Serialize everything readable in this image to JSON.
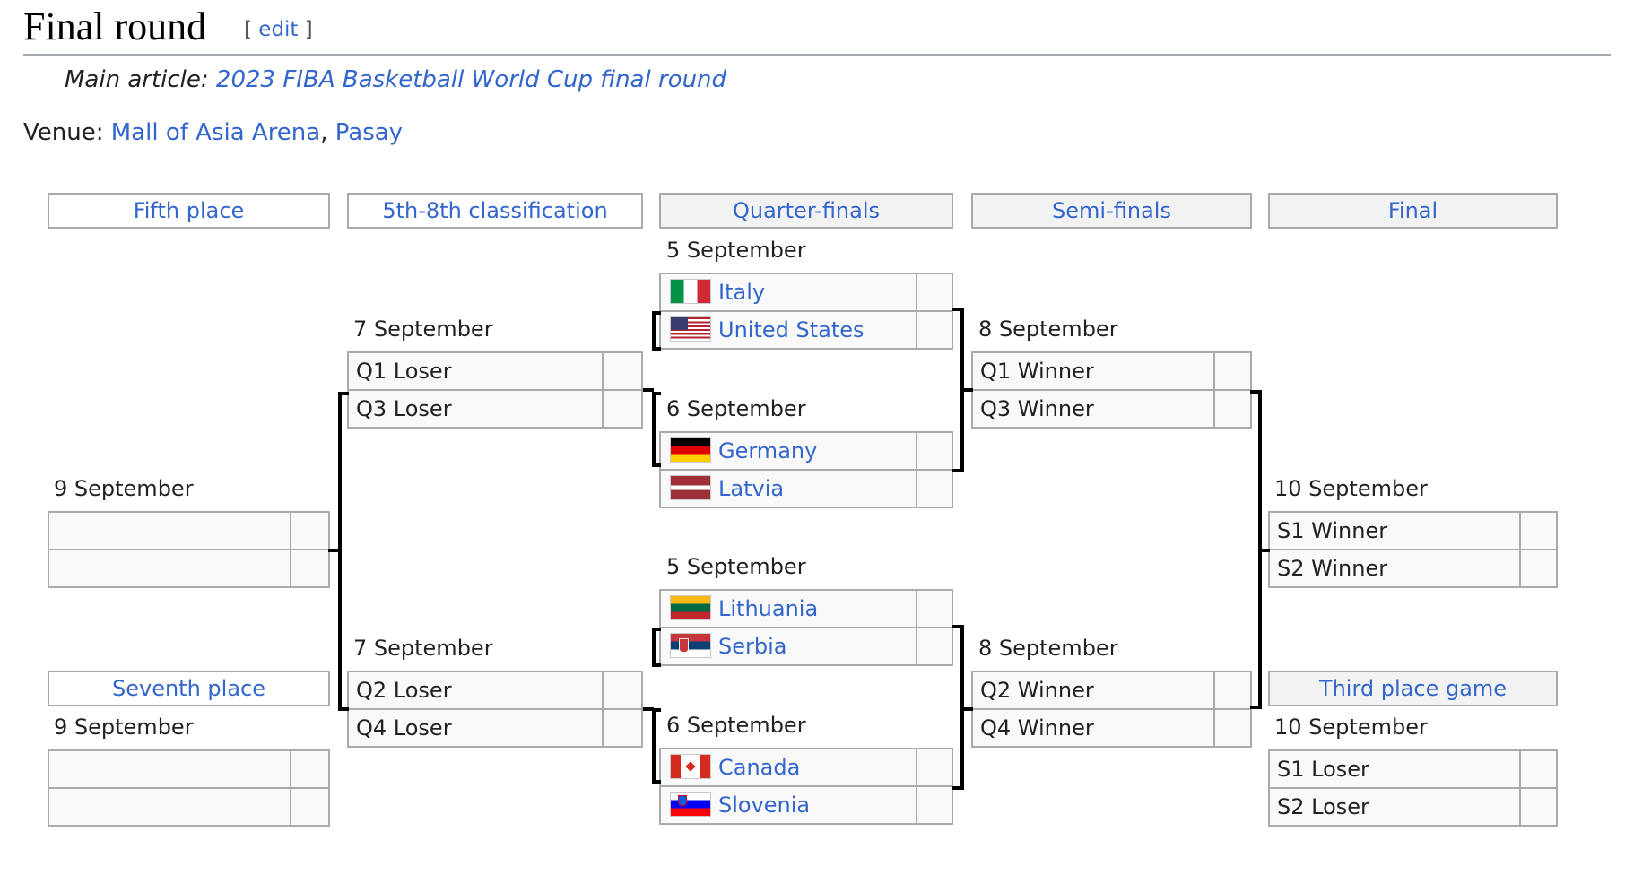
{
  "section": {
    "title": "Final round",
    "edit_open": "[ ",
    "edit_label": "edit",
    "edit_close": " ]"
  },
  "hatnote": {
    "prefix": "Main article: ",
    "link": "2023 FIBA Basketball World Cup final round"
  },
  "venue": {
    "prefix": "Venue: ",
    "arena": "Mall of Asia Arena",
    "separator": ", ",
    "city": "Pasay"
  },
  "round_headers": {
    "fifth_place": "Fifth place",
    "classification": "5th-8th classification",
    "quarterfinals": "Quarter-finals",
    "semifinals": "Semi-finals",
    "final": "Final",
    "seventh_place": "Seventh place",
    "third_place": "Third place game"
  },
  "quarterfinals": [
    {
      "date": "5 September",
      "teams": [
        {
          "name": "Italy",
          "flag": "italy-flag-icon",
          "score": ""
        },
        {
          "name": "United States",
          "flag": "usa-flag-icon",
          "score": ""
        }
      ]
    },
    {
      "date": "6 September",
      "teams": [
        {
          "name": "Germany",
          "flag": "germany-flag-icon",
          "score": ""
        },
        {
          "name": "Latvia",
          "flag": "latvia-flag-icon",
          "score": ""
        }
      ]
    },
    {
      "date": "5 September",
      "teams": [
        {
          "name": "Lithuania",
          "flag": "lithuania-flag-icon",
          "score": ""
        },
        {
          "name": "Serbia",
          "flag": "serbia-flag-icon",
          "score": ""
        }
      ]
    },
    {
      "date": "6 September",
      "teams": [
        {
          "name": "Canada",
          "flag": "canada-flag-icon",
          "score": ""
        },
        {
          "name": "Slovenia",
          "flag": "slovenia-flag-icon",
          "score": ""
        }
      ]
    }
  ],
  "classification": [
    {
      "date": "7 September",
      "teams": [
        {
          "name": "Q1 Loser",
          "score": ""
        },
        {
          "name": "Q3 Loser",
          "score": ""
        }
      ]
    },
    {
      "date": "7 September",
      "teams": [
        {
          "name": "Q2 Loser",
          "score": ""
        },
        {
          "name": "Q4 Loser",
          "score": ""
        }
      ]
    }
  ],
  "semifinals": [
    {
      "date": "8 September",
      "teams": [
        {
          "name": "Q1 Winner",
          "score": ""
        },
        {
          "name": "Q3 Winner",
          "score": ""
        }
      ]
    },
    {
      "date": "8 September",
      "teams": [
        {
          "name": "Q2 Winner",
          "score": ""
        },
        {
          "name": "Q4 Winner",
          "score": ""
        }
      ]
    }
  ],
  "fifth_place": {
    "date": "9 September",
    "teams": [
      {
        "name": "",
        "score": ""
      },
      {
        "name": "",
        "score": ""
      }
    ]
  },
  "seventh_place": {
    "date": "9 September",
    "teams": [
      {
        "name": "",
        "score": ""
      },
      {
        "name": "",
        "score": ""
      }
    ]
  },
  "final": {
    "date": "10 September",
    "teams": [
      {
        "name": "S1 Winner",
        "score": ""
      },
      {
        "name": "S2 Winner",
        "score": ""
      }
    ]
  },
  "third_place": {
    "date": "10 September",
    "teams": [
      {
        "name": "S1 Loser",
        "score": ""
      },
      {
        "name": "S2 Loser",
        "score": ""
      }
    ]
  },
  "colors": {
    "link": "#3366cc",
    "border": "#aaaaaa",
    "header_gray": "#f2f2f2",
    "row_bg": "#f9f9f9"
  }
}
